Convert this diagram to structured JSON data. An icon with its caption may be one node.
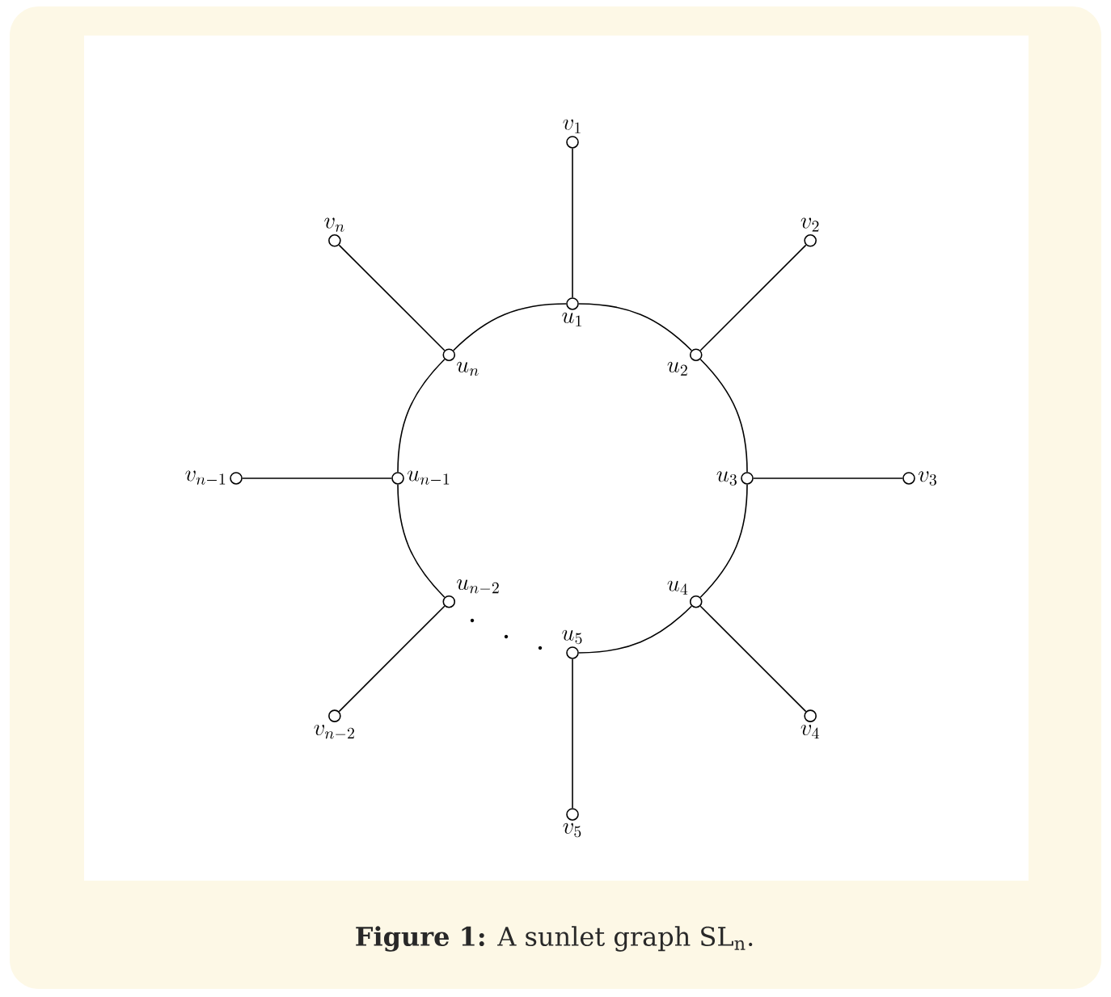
{
  "diagram": {
    "caption": "**Figure 1:** A sunlet graph SL$_{n}$.",
    "nodes": [
      {
        "text": [
          "u_1"
        ]
      },
      {
        "text": [
          "u_2"
        ]
      },
      {
        "text": [
          "u_3"
        ]
      },
      {
        "text": [
          "u_4"
        ]
      },
      {
        "text": [
          "u_5"
        ]
      },
      {
        "text": [
          "u_{n-2}"
        ]
      },
      {
        "text": [
          "u_{n-1}"
        ]
      },
      {
        "text": [
          "u_n"
        ]
      },
      {
        "text": [
          "v_1"
        ]
      },
      {
        "text": [
          "v_2"
        ]
      },
      {
        "text": [
          "v_3"
        ]
      },
      {
        "text": [
          "v_4"
        ]
      },
      {
        "text": [
          "v_5"
        ]
      },
      {
        "text": [
          "v_{n-2}"
        ]
      },
      {
        "text": [
          "v_{n-1}"
        ]
      },
      {
        "text": [
          "v_n"
        ]
      }
    ],
    "edges": [
      {
        "from": 0,
        "to": 1,
        "arrow": "none"
      },
      {
        "from": 1,
        "to": 2,
        "arrow": "none"
      },
      {
        "from": 2,
        "to": 3,
        "arrow": "none"
      },
      {
        "from": 3,
        "to": 4,
        "arrow": "none"
      },
      {
        "from": 5,
        "to": 6,
        "arrow": "none"
      },
      {
        "from": 6,
        "to": 7,
        "arrow": "none"
      },
      {
        "from": 7,
        "to": 0,
        "arrow": "none"
      },
      {
        "from": 0,
        "to": 8,
        "arrow": "none"
      },
      {
        "from": 1,
        "to": 9,
        "arrow": "none"
      },
      {
        "from": 2,
        "to": 10,
        "arrow": "none"
      },
      {
        "from": 3,
        "to": 11,
        "arrow": "none"
      },
      {
        "from": 4,
        "to": 12,
        "arrow": "none"
      },
      {
        "from": 5,
        "to": 13,
        "arrow": "none"
      },
      {
        "from": 6,
        "to": 14,
        "arrow": "none"
      },
      {
        "from": 7,
        "to": 15,
        "arrow": "none"
      }
    ]
  }
}
